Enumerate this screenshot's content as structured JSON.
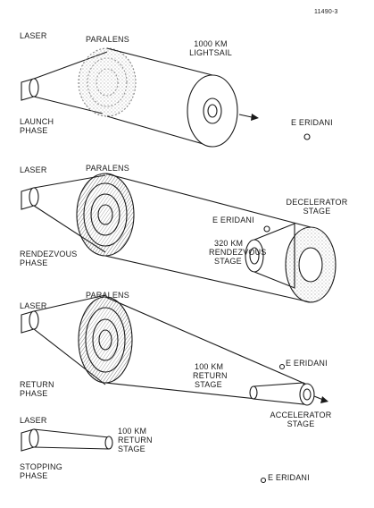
{
  "figure_id": "11490-3",
  "panels": {
    "launch": {
      "laser": "LASER",
      "paralens": "PARALENS",
      "sail_size": "1000 km",
      "sail_name": "LIGHTSAIL",
      "phase_1": "LAUNCH",
      "phase_2": "PHASE",
      "star": "ε ERIDANI"
    },
    "rendezvous": {
      "laser": "LASER",
      "paralens": "PARALENS",
      "decel_1": "DECELERATOR",
      "decel_2": "STAGE",
      "star": "ε ERIDANI",
      "rv_1": "320 km",
      "rv_2": "RENDEZVOUS",
      "rv_3": "STAGE",
      "phase_1": "RENDEZVOUS",
      "phase_2": "PHASE"
    },
    "return": {
      "laser": "LASER",
      "paralens": "PARALENS",
      "star": "ε ERIDANI",
      "ret_1": "100 km",
      "ret_2": "RETURN",
      "ret_3": "STAGE",
      "phase_1": "RETURN",
      "phase_2": "PHASE",
      "accel_1": "ACCELERATOR",
      "accel_2": "STAGE"
    },
    "stopping": {
      "laser": "LASER",
      "ret_1": "100 km",
      "ret_2": "RETURN",
      "ret_3": "STAGE",
      "phase_1": "STOPPING",
      "phase_2": "PHASE",
      "star": "ε ERIDANI"
    }
  }
}
